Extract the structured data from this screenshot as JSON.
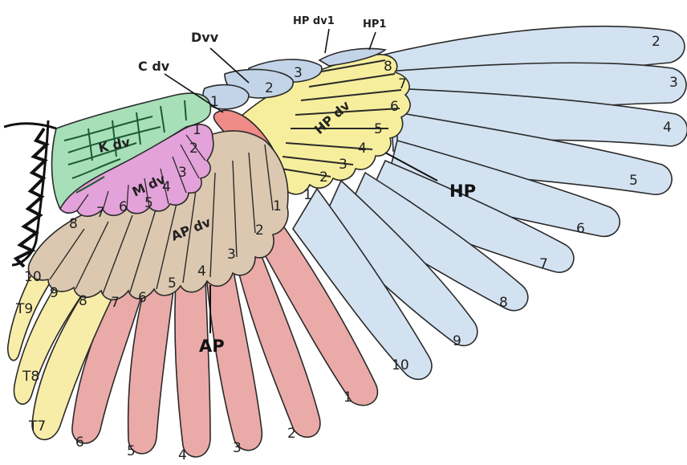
{
  "colors": {
    "HP": "#d3e2f1",
    "AP": "#eaaaa8",
    "HP_dv": "#f6ee9c",
    "AP_dv": "#dcc8b0",
    "M_dv": "#e3a2d9",
    "K_dv": "#a6dfb8",
    "T": "#f8eda8",
    "Dvv": "#c3d4e8",
    "C_dv": "#f08c88"
  },
  "labels": {
    "HP": "HP",
    "AP": "AP",
    "HP_dv": "HP dv",
    "AP_dv": "AP dv",
    "M_dv": "M dv",
    "K_dv": "K dv",
    "C_dv": "C dv",
    "Dvv": "Dvv",
    "HP_dv1": "HP dv1",
    "HP1": "HP1"
  },
  "primaries": [
    "2",
    "3",
    "4",
    "5",
    "6",
    "7",
    "8",
    "9",
    "10"
  ],
  "secondaries": [
    "1",
    "2",
    "3",
    "4",
    "5",
    "6"
  ],
  "tertials": [
    "T7",
    "T8",
    "T9"
  ],
  "primary_coverts": [
    "1",
    "2",
    "3",
    "4",
    "5",
    "6",
    "7",
    "8"
  ],
  "secondary_coverts": [
    "1",
    "2",
    "3",
    "4",
    "5",
    "6",
    "7",
    "8",
    "9",
    "10"
  ],
  "median_coverts": [
    "1",
    "2",
    "3",
    "4",
    "5",
    "6",
    "7",
    "8"
  ],
  "alula": [
    "1",
    "2",
    "3"
  ]
}
